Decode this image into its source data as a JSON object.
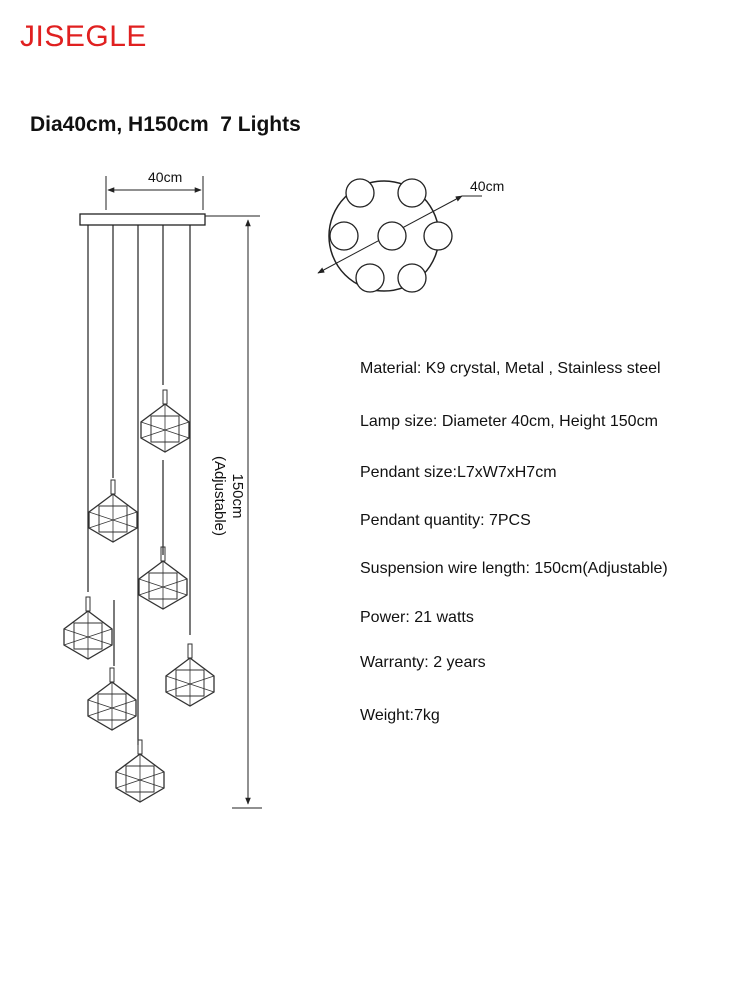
{
  "brand": "JISEGLE",
  "title": "Dia40cm, H150cm  7 Lights",
  "dimensions": {
    "top_width": "40cm",
    "plate_diameter": "40cm",
    "height": "150cm",
    "height_note": "(Adjustable)"
  },
  "specs": [
    "Material: K9 crystal, Metal , Stainless steel",
    "Lamp size: Diameter 40cm, Height 150cm",
    "Pendant size:L7xW7xH7cm",
    "Pendant quantity: 7PCS",
    "Suspension wire length: 150cm(Adjustable)",
    "Power: 21 watts",
    "Warranty: 2 years",
    "Weight:7kg"
  ],
  "colors": {
    "brand": "#e02020",
    "lines": "#333333"
  }
}
